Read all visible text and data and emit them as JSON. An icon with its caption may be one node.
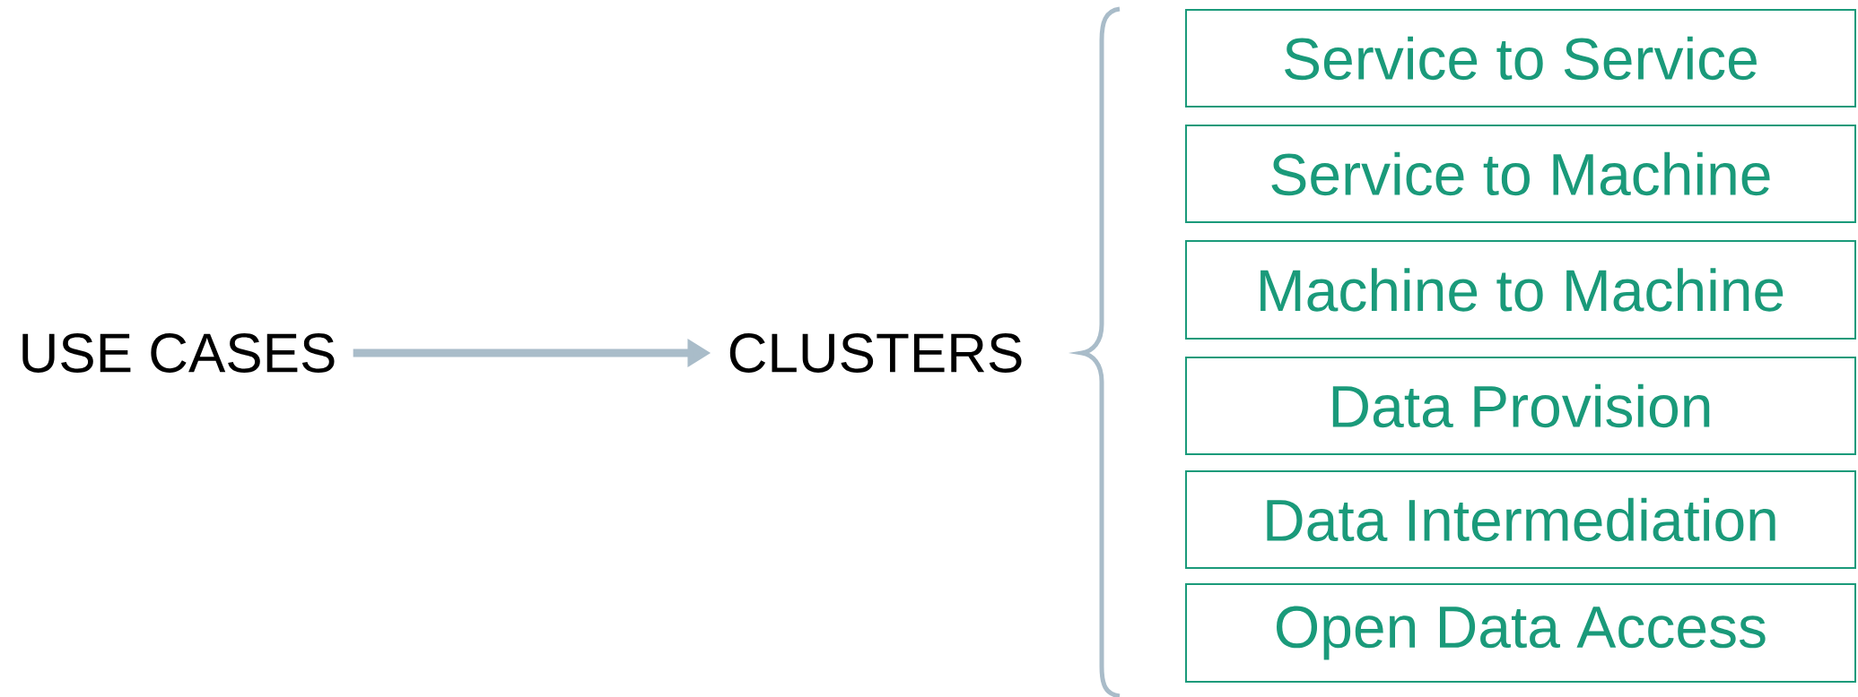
{
  "diagram": {
    "nodes": [
      {
        "text": [
          "USE CASES"
        ]
      },
      {
        "text": [
          "CLUSTERS"
        ]
      },
      {
        "text": [
          "Service to Service"
        ]
      },
      {
        "text": [
          "Service to Machine"
        ]
      },
      {
        "text": [
          "Machine to Machine"
        ]
      },
      {
        "text": [
          "Data Provision"
        ]
      },
      {
        "text": [
          "Data Intermediation"
        ]
      },
      {
        "text": [
          "Open Data Access"
        ]
      }
    ],
    "edges": [
      {
        "from": 0,
        "to": 1,
        "arrow": "to",
        "color": "#a9bcc9"
      }
    ]
  }
}
